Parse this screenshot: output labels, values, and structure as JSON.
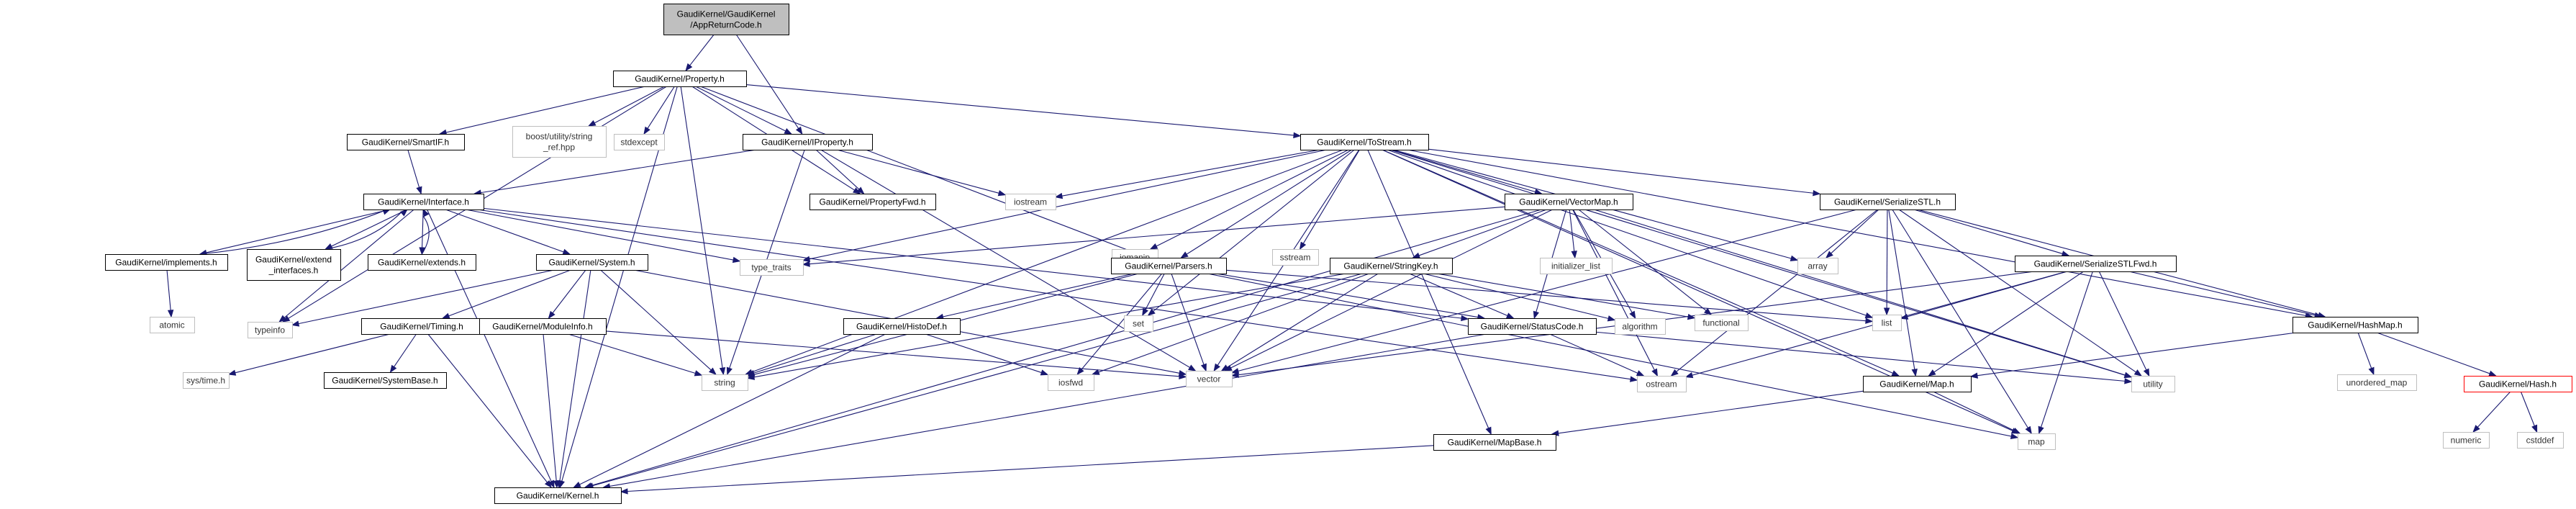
{
  "graph": {
    "nodes": [
      {
        "id": "root",
        "lines": [
          "GaudiKernel/GaudiKernel",
          "/AppReturnCode.h"
        ],
        "style": "root"
      },
      {
        "id": "property",
        "lines": [
          "GaudiKernel/Property.h"
        ]
      },
      {
        "id": "smartif",
        "lines": [
          "GaudiKernel/SmartIF.h"
        ]
      },
      {
        "id": "boost",
        "lines": [
          "boost/utility/string",
          "_ref.hpp"
        ],
        "style": "sys"
      },
      {
        "id": "stdexcept",
        "lines": [
          "stdexcept"
        ],
        "style": "sys"
      },
      {
        "id": "iproperty",
        "lines": [
          "GaudiKernel/IProperty.h"
        ]
      },
      {
        "id": "tostream",
        "lines": [
          "GaudiKernel/ToStream.h"
        ]
      },
      {
        "id": "interface",
        "lines": [
          "GaudiKernel/Interface.h"
        ]
      },
      {
        "id": "propfwd",
        "lines": [
          "GaudiKernel/PropertyFwd.h"
        ]
      },
      {
        "id": "iostream",
        "lines": [
          "iostream"
        ],
        "style": "sys"
      },
      {
        "id": "iomanip",
        "lines": [
          "iomanip"
        ],
        "style": "sys"
      },
      {
        "id": "sstream",
        "lines": [
          "sstream"
        ],
        "style": "sys"
      },
      {
        "id": "vectormap",
        "lines": [
          "GaudiKernel/VectorMap.h"
        ]
      },
      {
        "id": "serializestl",
        "lines": [
          "GaudiKernel/SerializeSTL.h"
        ]
      },
      {
        "id": "implements",
        "lines": [
          "GaudiKernel/implements.h"
        ]
      },
      {
        "id": "extendif",
        "lines": [
          "GaudiKernel/extend",
          "_interfaces.h"
        ]
      },
      {
        "id": "extends",
        "lines": [
          "GaudiKernel/extends.h"
        ]
      },
      {
        "id": "system",
        "lines": [
          "GaudiKernel/System.h"
        ]
      },
      {
        "id": "typetraits",
        "lines": [
          "type_traits"
        ],
        "style": "sys"
      },
      {
        "id": "parsers",
        "lines": [
          "GaudiKernel/Parsers.h"
        ]
      },
      {
        "id": "stringkey",
        "lines": [
          "GaudiKernel/StringKey.h"
        ]
      },
      {
        "id": "initlist",
        "lines": [
          "initializer_list"
        ],
        "style": "sys"
      },
      {
        "id": "array",
        "lines": [
          "array"
        ],
        "style": "sys"
      },
      {
        "id": "serializestlfwd",
        "lines": [
          "GaudiKernel/SerializeSTLFwd.h"
        ]
      },
      {
        "id": "atomic",
        "lines": [
          "atomic"
        ],
        "style": "sys"
      },
      {
        "id": "typeinfo",
        "lines": [
          "typeinfo"
        ],
        "style": "sys"
      },
      {
        "id": "timing",
        "lines": [
          "GaudiKernel/Timing.h"
        ]
      },
      {
        "id": "moduleinfo",
        "lines": [
          "GaudiKernel/ModuleInfo.h"
        ]
      },
      {
        "id": "histodef",
        "lines": [
          "GaudiKernel/HistoDef.h"
        ]
      },
      {
        "id": "set",
        "lines": [
          "set"
        ],
        "style": "sys"
      },
      {
        "id": "statuscode",
        "lines": [
          "GaudiKernel/StatusCode.h"
        ]
      },
      {
        "id": "algorithm",
        "lines": [
          "algorithm"
        ],
        "style": "sys"
      },
      {
        "id": "functional",
        "lines": [
          "functional"
        ],
        "style": "sys"
      },
      {
        "id": "list",
        "lines": [
          "list"
        ],
        "style": "sys"
      },
      {
        "id": "hashmap",
        "lines": [
          "GaudiKernel/HashMap.h"
        ]
      },
      {
        "id": "systime",
        "lines": [
          "sys/time.h"
        ],
        "style": "sys"
      },
      {
        "id": "systembase",
        "lines": [
          "GaudiKernel/SystemBase.h"
        ]
      },
      {
        "id": "string",
        "lines": [
          "string"
        ],
        "style": "sys"
      },
      {
        "id": "vector",
        "lines": [
          "vector"
        ],
        "style": "sys"
      },
      {
        "id": "iosfwd",
        "lines": [
          "iosfwd"
        ],
        "style": "sys"
      },
      {
        "id": "ostream",
        "lines": [
          "ostream"
        ],
        "style": "sys"
      },
      {
        "id": "map_h",
        "lines": [
          "GaudiKernel/Map.h"
        ]
      },
      {
        "id": "utility",
        "lines": [
          "utility"
        ],
        "style": "sys"
      },
      {
        "id": "unorderedmap",
        "lines": [
          "unordered_map"
        ],
        "style": "sys"
      },
      {
        "id": "hash",
        "lines": [
          "GaudiKernel/Hash.h"
        ],
        "style": "red"
      },
      {
        "id": "numeric",
        "lines": [
          "numeric"
        ],
        "style": "sys"
      },
      {
        "id": "cstddef",
        "lines": [
          "cstddef"
        ],
        "style": "sys"
      },
      {
        "id": "map",
        "lines": [
          "map"
        ],
        "style": "sys"
      },
      {
        "id": "mapbase",
        "lines": [
          "GaudiKernel/MapBase.h"
        ]
      },
      {
        "id": "kernel",
        "lines": [
          "GaudiKernel/Kernel.h"
        ]
      }
    ],
    "edges": [
      [
        "root",
        "property"
      ],
      [
        "root",
        "iproperty"
      ],
      [
        "property",
        "smartif"
      ],
      [
        "property",
        "boost"
      ],
      [
        "property",
        "stdexcept"
      ],
      [
        "property",
        "iproperty"
      ],
      [
        "property",
        "propfwd"
      ],
      [
        "property",
        "tostream"
      ],
      [
        "property",
        "kernel"
      ],
      [
        "property",
        "string"
      ],
      [
        "property",
        "parsers"
      ],
      [
        "property",
        "typeinfo"
      ],
      [
        "smartif",
        "interface"
      ],
      [
        "iproperty",
        "interface"
      ],
      [
        "iproperty",
        "propfwd"
      ],
      [
        "iproperty",
        "iostream"
      ],
      [
        "iproperty",
        "string"
      ],
      [
        "iproperty",
        "vector"
      ],
      [
        "tostream",
        "iostream"
      ],
      [
        "tostream",
        "iomanip"
      ],
      [
        "tostream",
        "sstream"
      ],
      [
        "tostream",
        "vectormap"
      ],
      [
        "tostream",
        "serializestl"
      ],
      [
        "tostream",
        "parsers"
      ],
      [
        "tostream",
        "hashmap"
      ],
      [
        "tostream",
        "map_h"
      ],
      [
        "tostream",
        "list"
      ],
      [
        "tostream",
        "array"
      ],
      [
        "tostream",
        "set"
      ],
      [
        "tostream",
        "vector"
      ],
      [
        "tostream",
        "map"
      ],
      [
        "tostream",
        "string"
      ],
      [
        "tostream",
        "typetraits"
      ],
      [
        "tostream",
        "utility"
      ],
      [
        "tostream",
        "mapbase"
      ],
      [
        "interface",
        "implements"
      ],
      [
        "interface",
        "extendif"
      ],
      [
        "interface",
        "extends"
      ],
      [
        "interface",
        "system"
      ],
      [
        "interface",
        "typetraits"
      ],
      [
        "interface",
        "kernel"
      ],
      [
        "interface",
        "statuscode"
      ],
      [
        "interface",
        "ostream"
      ],
      [
        "interface",
        "typeinfo"
      ],
      [
        "implements",
        "interface"
      ],
      [
        "implements",
        "atomic"
      ],
      [
        "extendif",
        "interface"
      ],
      [
        "extends",
        "interface"
      ],
      [
        "system",
        "timing"
      ],
      [
        "system",
        "moduleinfo"
      ],
      [
        "system",
        "string"
      ],
      [
        "system",
        "vector"
      ],
      [
        "system",
        "kernel"
      ],
      [
        "system",
        "typeinfo"
      ],
      [
        "timing",
        "systime"
      ],
      [
        "timing",
        "systembase"
      ],
      [
        "timing",
        "kernel"
      ],
      [
        "moduleinfo",
        "kernel"
      ],
      [
        "moduleinfo",
        "string"
      ],
      [
        "moduleinfo",
        "vector"
      ],
      [
        "vectormap",
        "initlist"
      ],
      [
        "vectormap",
        "stringkey"
      ],
      [
        "vectormap",
        "statuscode"
      ],
      [
        "vectormap",
        "algorithm"
      ],
      [
        "vectormap",
        "functional"
      ],
      [
        "vectormap",
        "ostream"
      ],
      [
        "vectormap",
        "utility"
      ],
      [
        "vectormap",
        "vector"
      ],
      [
        "vectormap",
        "kernel"
      ],
      [
        "vectormap",
        "typetraits"
      ],
      [
        "serializestl",
        "serializestlfwd"
      ],
      [
        "serializestl",
        "hashmap"
      ],
      [
        "serializestl",
        "array"
      ],
      [
        "serializestl",
        "list"
      ],
      [
        "serializestl",
        "map_h"
      ],
      [
        "serializestl",
        "ostream"
      ],
      [
        "serializestl",
        "vector"
      ],
      [
        "serializestl",
        "utility"
      ],
      [
        "serializestl",
        "map"
      ],
      [
        "serializestlfwd",
        "hashmap"
      ],
      [
        "serializestlfwd",
        "map_h"
      ],
      [
        "serializestlfwd",
        "list"
      ],
      [
        "serializestlfwd",
        "vector"
      ],
      [
        "serializestlfwd",
        "utility"
      ],
      [
        "serializestlfwd",
        "map"
      ],
      [
        "serializestlfwd",
        "ostream"
      ],
      [
        "parsers",
        "histodef"
      ],
      [
        "parsers",
        "statuscode"
      ],
      [
        "parsers",
        "set"
      ],
      [
        "parsers",
        "vector"
      ],
      [
        "parsers",
        "string"
      ],
      [
        "parsers",
        "map"
      ],
      [
        "parsers",
        "list"
      ],
      [
        "parsers",
        "iosfwd"
      ],
      [
        "stringkey",
        "statuscode"
      ],
      [
        "stringkey",
        "string"
      ],
      [
        "stringkey",
        "vector"
      ],
      [
        "stringkey",
        "iosfwd"
      ],
      [
        "stringkey",
        "functional"
      ],
      [
        "stringkey",
        "algorithm"
      ],
      [
        "stringkey",
        "kernel"
      ],
      [
        "histodef",
        "string"
      ],
      [
        "histodef",
        "iosfwd"
      ],
      [
        "histodef",
        "kernel"
      ],
      [
        "statuscode",
        "ostream"
      ],
      [
        "statuscode",
        "utility"
      ],
      [
        "statuscode",
        "kernel"
      ],
      [
        "hashmap",
        "unorderedmap"
      ],
      [
        "hashmap",
        "hash"
      ],
      [
        "hashmap",
        "map_h"
      ],
      [
        "hash",
        "numeric"
      ],
      [
        "hash",
        "cstddef"
      ],
      [
        "map_h",
        "map"
      ],
      [
        "map_h",
        "mapbase"
      ],
      [
        "mapbase",
        "kernel"
      ]
    ]
  }
}
